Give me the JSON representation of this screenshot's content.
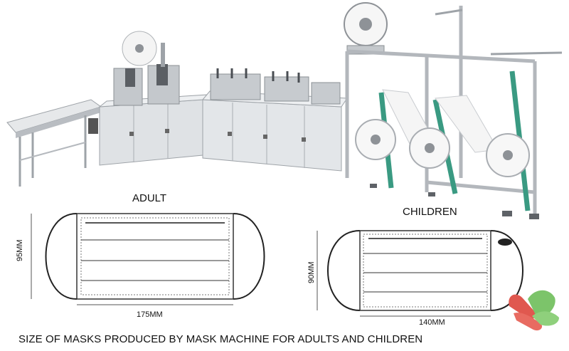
{
  "labels": {
    "adult": "ADULT",
    "children": "CHILDREN",
    "adult_width": "175MM",
    "adult_height": "95MM",
    "children_width": "140MM",
    "children_height": "90MM",
    "caption": "SIZE OF MASKS PRODUCED BY MASK MACHINE FOR ADULTS AND CHILDREN"
  },
  "colors": {
    "machine_frame": "#cfd2d6",
    "machine_dark": "#7d8187",
    "belt_green": "#3a9a82",
    "mask_outline": "#222222",
    "logo_red": "#e0584f",
    "logo_green": "#7cc46a"
  },
  "icons": [
    "handshake-logo-icon"
  ]
}
